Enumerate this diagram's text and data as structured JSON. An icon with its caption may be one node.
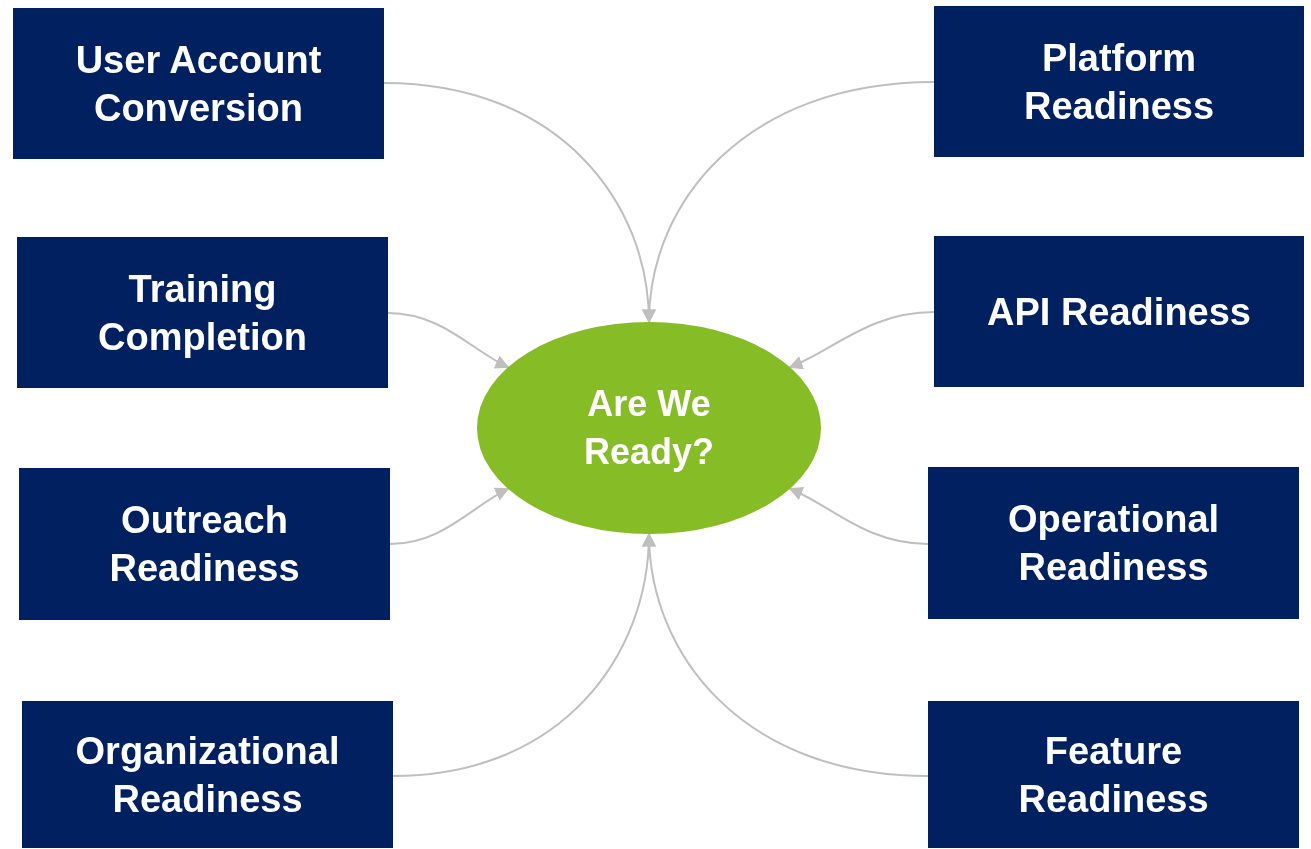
{
  "diagram": {
    "nodes": [
      {
        "text": [
          "User Account Conversion"
        ]
      },
      {
        "text": [
          "Platform Readiness"
        ]
      },
      {
        "text": [
          "Training Completion"
        ]
      },
      {
        "text": [
          "API Readiness"
        ]
      },
      {
        "text": [
          "Are We Ready?"
        ]
      },
      {
        "text": [
          "Outreach Readiness"
        ]
      },
      {
        "text": [
          "Operational Readiness"
        ]
      },
      {
        "text": [
          "Organizational Readiness"
        ]
      },
      {
        "text": [
          "Feature Readiness"
        ]
      }
    ],
    "edges": [
      {
        "from": 0,
        "to": 4,
        "arrow": "to"
      },
      {
        "from": 1,
        "to": 4,
        "arrow": "to"
      },
      {
        "from": 2,
        "to": 4,
        "arrow": "to"
      },
      {
        "from": 3,
        "to": 4,
        "arrow": "to"
      },
      {
        "from": 5,
        "to": 4,
        "arrow": "to"
      },
      {
        "from": 6,
        "to": 4,
        "arrow": "to"
      },
      {
        "from": 7,
        "to": 4,
        "arrow": "to"
      },
      {
        "from": 8,
        "to": 4,
        "arrow": "to"
      }
    ]
  }
}
